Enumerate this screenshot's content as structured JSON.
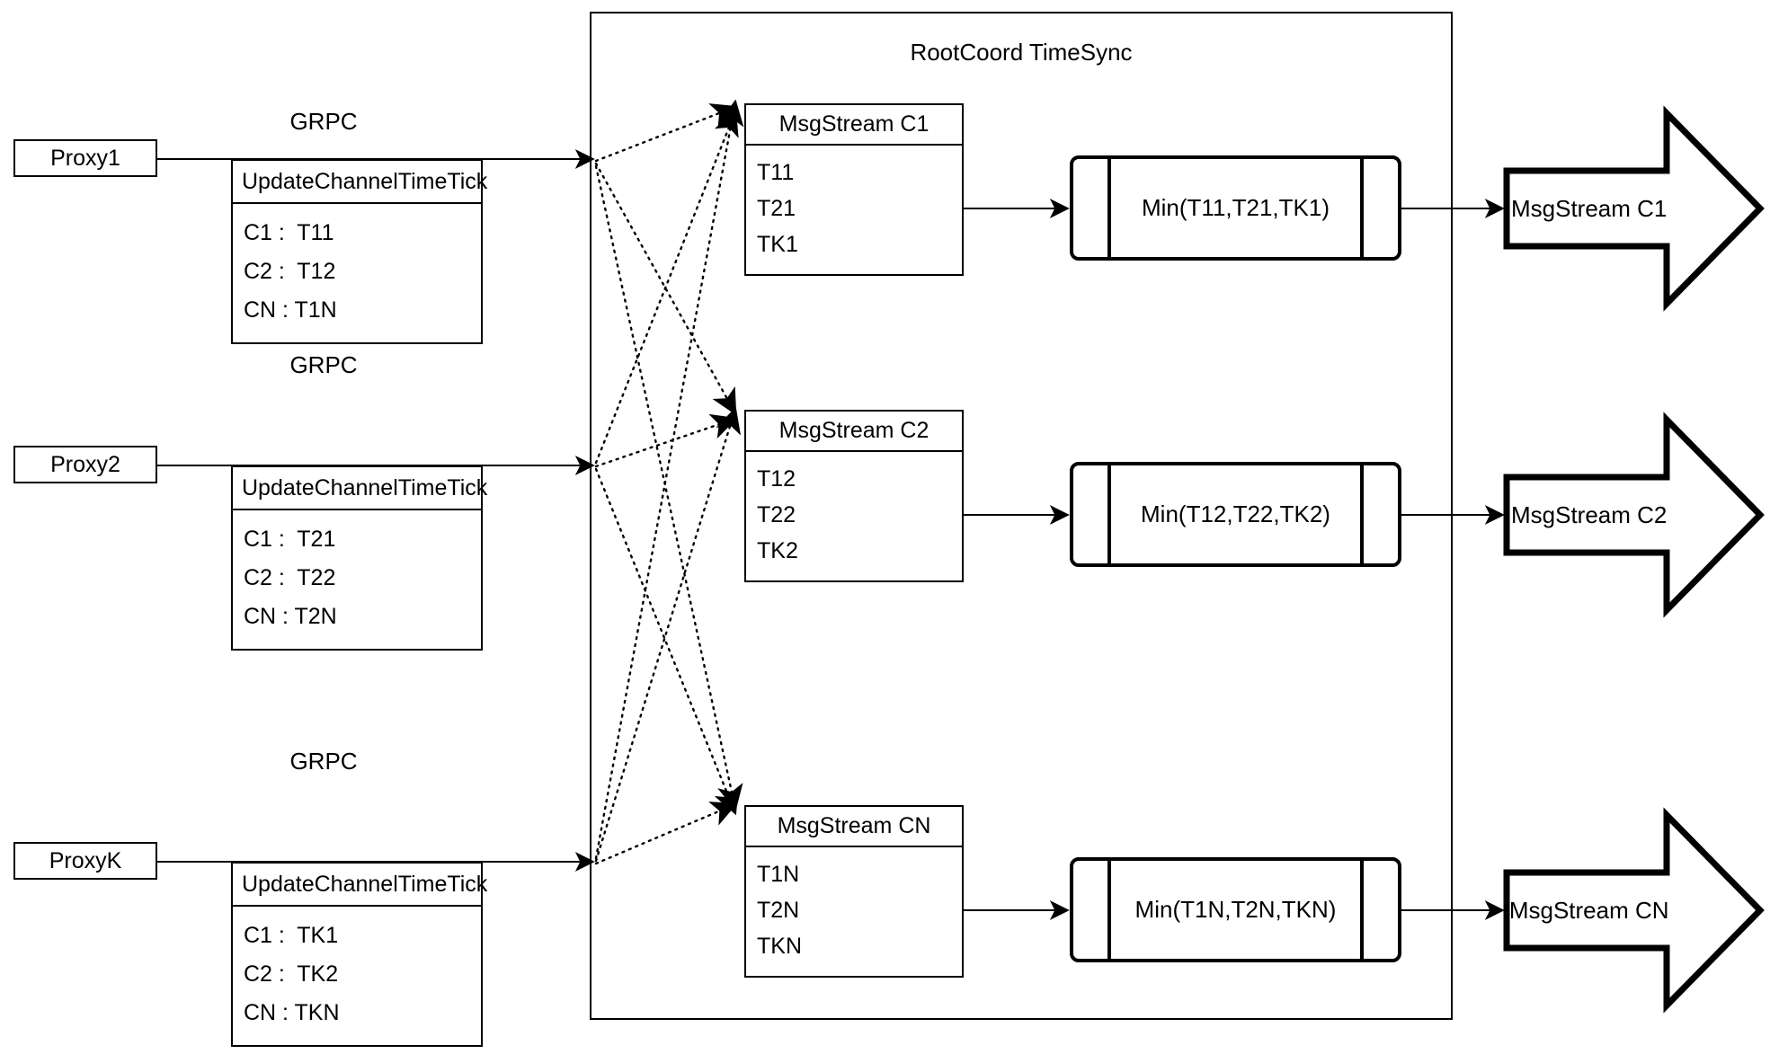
{
  "diagram": {
    "title": "RootCoord TimeSync",
    "container_label": "RootCoord TimeSync"
  },
  "proxies": [
    {
      "name": "Proxy1",
      "link_label": "GRPC",
      "message": {
        "title": "UpdateChannelTimeTick",
        "rows": [
          "C1 :  T11",
          "C2 :  T12",
          "CN : T1N"
        ]
      }
    },
    {
      "name": "Proxy2",
      "link_label": "GRPC",
      "message": {
        "title": "UpdateChannelTimeTick",
        "rows": [
          "C1 :  T21",
          "C2 :  T22",
          "CN : T2N"
        ]
      }
    },
    {
      "name": "ProxyK",
      "link_label": "GRPC",
      "message": {
        "title": "UpdateChannelTimeTick",
        "rows": [
          "C1 :  TK1",
          "C2 :  TK2",
          "CN : TKN"
        ]
      }
    }
  ],
  "channels": [
    {
      "stream": {
        "title": "MsgStream C1",
        "rows": [
          "T11",
          "T21",
          "TK1"
        ]
      },
      "reducer": "Min(T11,T21,TK1)",
      "output": "MsgStream C1"
    },
    {
      "stream": {
        "title": "MsgStream C2",
        "rows": [
          "T12",
          "T22",
          "TK2"
        ]
      },
      "reducer": "Min(T12,T22,TK2)",
      "output": "MsgStream C2"
    },
    {
      "stream": {
        "title": "MsgStream CN",
        "rows": [
          "T1N",
          "T2N",
          "TKN"
        ]
      },
      "reducer": "Min(T1N,T2N,TKN)",
      "output": "MsgStream CN"
    }
  ],
  "colors": {
    "stroke": "#000000",
    "background": "#ffffff"
  }
}
